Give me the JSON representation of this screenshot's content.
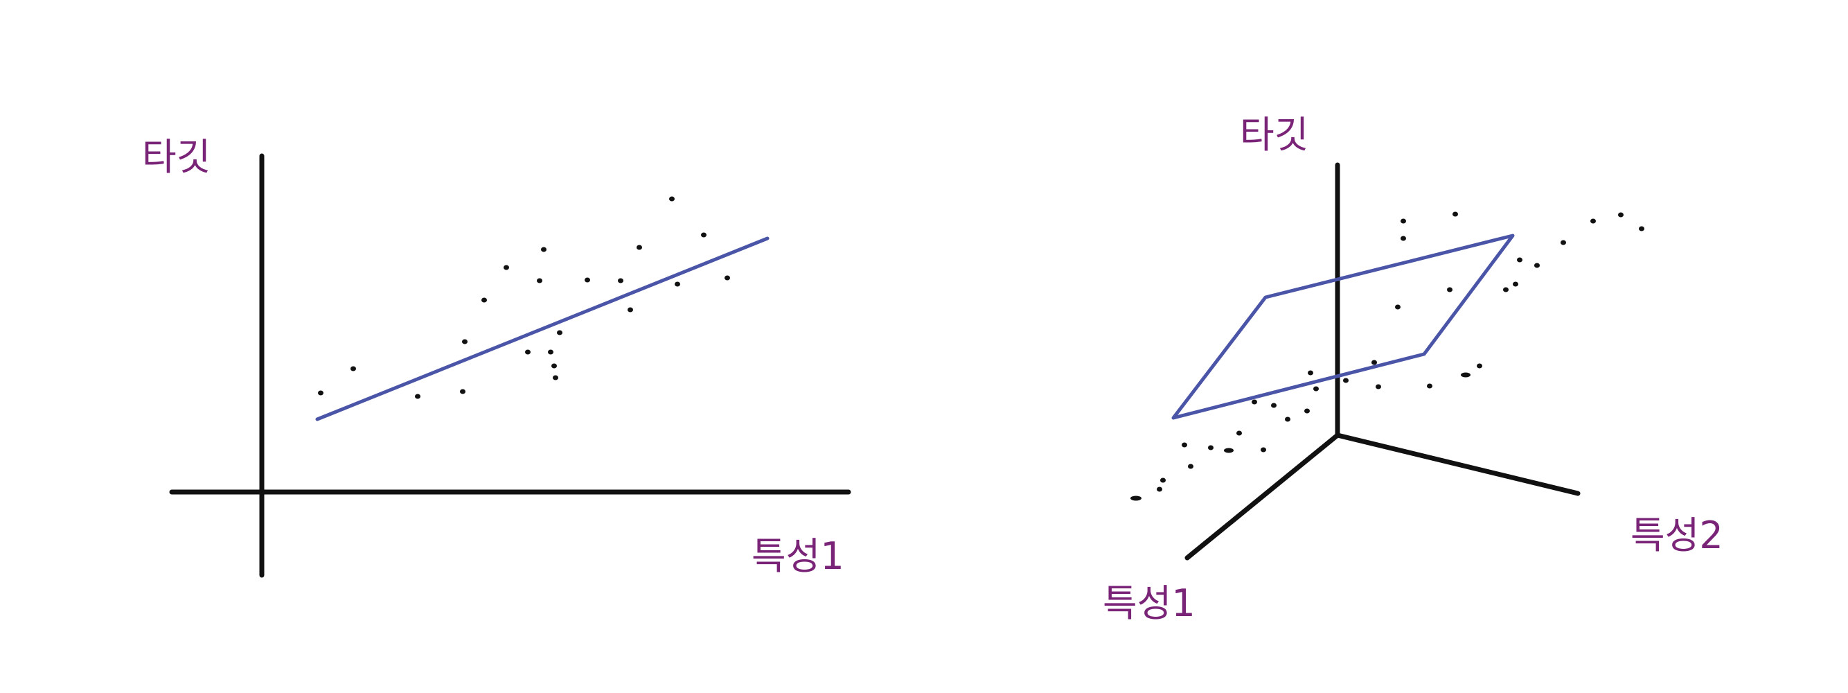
{
  "left_panel": {
    "y_axis_label": "타깃",
    "x_axis_label": "특성1"
  },
  "right_panel": {
    "z_axis_label": "타깃",
    "axis1_label": "특성1",
    "axis2_label": "특성2"
  },
  "colors": {
    "axis": "#111111",
    "fit": "#4a55a8",
    "label": "#7a2478",
    "points": "#111111"
  }
}
